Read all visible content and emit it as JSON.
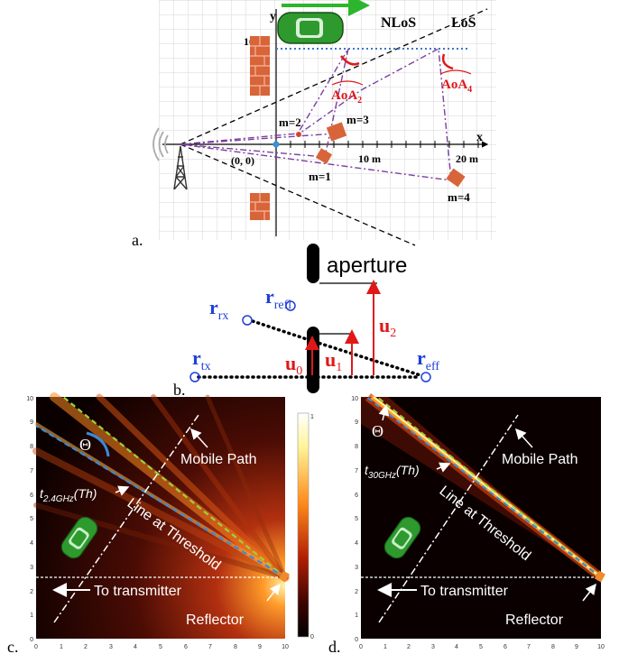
{
  "panel_a": {
    "label": "a.",
    "axis_x": "x",
    "axis_y": "y",
    "label_10m_y": "10 m",
    "label_10m_x": "10 m",
    "label_20m_x": "20 m",
    "origin": "(0, 0)",
    "nlos": "NLoS",
    "los": "LoS",
    "aoa2": "AoA",
    "aoa2_sub": "2",
    "aoa4": "AoA",
    "aoa4_sub": "4",
    "m1": "m=1",
    "m2": "m=2",
    "m3": "m=3",
    "m4": "m=4"
  },
  "panel_b": {
    "label": "b.",
    "aperture": "aperture",
    "r_rx": "r",
    "r_rx_sub": "rx",
    "r_refl": "r",
    "r_refl_sub": "refl",
    "r_tx": "r",
    "r_tx_sub": "tx",
    "r_eff": "r",
    "r_eff_sub": "eff",
    "u0": "u",
    "u0_sub": "0",
    "u1": "u",
    "u1_sub": "1",
    "u2": "u",
    "u2_sub": "2"
  },
  "panel_c": {
    "label": "c.",
    "theta": "Θ",
    "mobile_path": "Mobile Path",
    "t_label": "t",
    "t_sub": "2.4GHz",
    "t_paren": "(Th)",
    "line_threshold": "Line at Threshold",
    "to_transmitter": "To transmitter",
    "reflector": "Reflector"
  },
  "panel_d": {
    "label": "d.",
    "theta": "Θ",
    "mobile_path": "Mobile Path",
    "t_label": "t",
    "t_sub": "30GHz",
    "t_paren": "(Th)",
    "line_threshold": "Line at Threshold",
    "to_transmitter": "To transmitter",
    "reflector": "Reflector"
  },
  "heatmap_ticks": {
    "y": [
      "0",
      "1",
      "2",
      "3",
      "4",
      "5",
      "6",
      "7",
      "8",
      "9",
      "10"
    ],
    "x": [
      "0",
      "1",
      "2",
      "3",
      "4",
      "5",
      "6",
      "7",
      "8",
      "9",
      "10"
    ]
  },
  "colorbar": {
    "top": "1",
    "bottom": "0"
  },
  "colors": {
    "grid": "#c9c9c9",
    "purple_path": "#7b3fa0",
    "blue": "#1f3fd8",
    "red": "#e01818",
    "brick": "#d8643a",
    "car": "#2e9a2e",
    "arrow_green": "#2db52d",
    "dotted_blue": "#3a78c8"
  }
}
